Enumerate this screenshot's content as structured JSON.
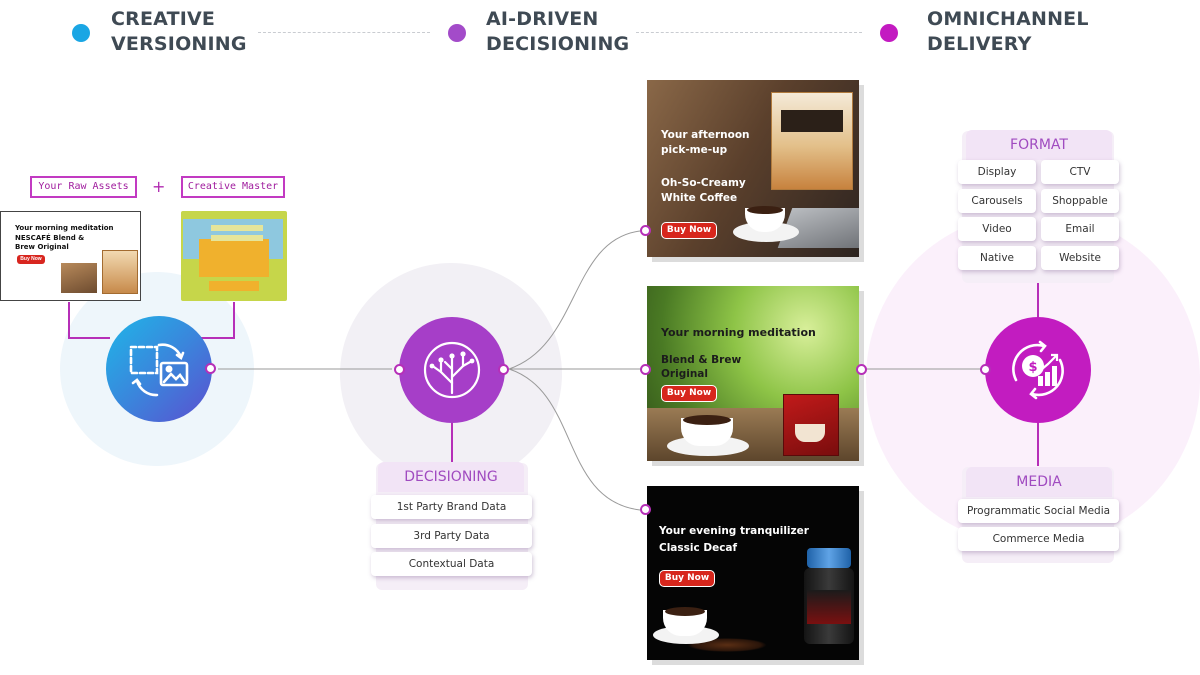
{
  "header": {
    "stages": [
      {
        "line1": "CREATIVE",
        "line2": "VERSIONING",
        "color": "#1aa6e4"
      },
      {
        "line1": "AI-DRIVEN",
        "line2": "DECISIONING",
        "color": "#a34bc9"
      },
      {
        "line1": "OMNICHANNEL",
        "line2": "DELIVERY",
        "color": "#c31ac1"
      }
    ]
  },
  "versioning": {
    "raw_assets_label": "Your Raw Assets",
    "plus": "+",
    "creative_master_label": "Creative Master",
    "raw_ad": {
      "headline": "Your morning meditation",
      "product_line1": "NESCAFÉ Blend &",
      "product_line2": "Brew Original",
      "button": "Buy Now"
    }
  },
  "decisioning": {
    "title": "DECISIONING",
    "items": [
      "1st Party Brand Data",
      "3rd Party Data",
      "Contextual Data"
    ]
  },
  "ads": [
    {
      "line1": "Your afternoon",
      "line2": "pick-me-up",
      "line3": "Oh-So-Creamy",
      "line4": "White Coffee",
      "button": "Buy Now"
    },
    {
      "line1": "Your morning meditation",
      "line2": "Blend & Brew",
      "line3": "Original",
      "button": "Buy Now"
    },
    {
      "line1": "Your evening tranquilizer",
      "line2": "Classic Decaf",
      "button": "Buy Now"
    }
  ],
  "delivery": {
    "format_title": "FORMAT",
    "formats": [
      "Display",
      "CTV",
      "Carousels",
      "Shoppable",
      "Video",
      "Email",
      "Native",
      "Website"
    ],
    "media_title": "MEDIA",
    "media": [
      "Programmatic Social Media",
      "Commerce Media"
    ]
  },
  "colors": {
    "accent_purple": "#b62fb8",
    "hub_blue_start": "#1fb6e8",
    "hub_blue_end": "#5b4fd0",
    "hub_decisioning": "#a63ec8",
    "hub_delivery": "#c21cc0"
  },
  "icons": {
    "versioning_hub": "image-versioning-icon",
    "decisioning_hub": "decision-tree-icon",
    "delivery_hub": "revenue-growth-icon"
  }
}
